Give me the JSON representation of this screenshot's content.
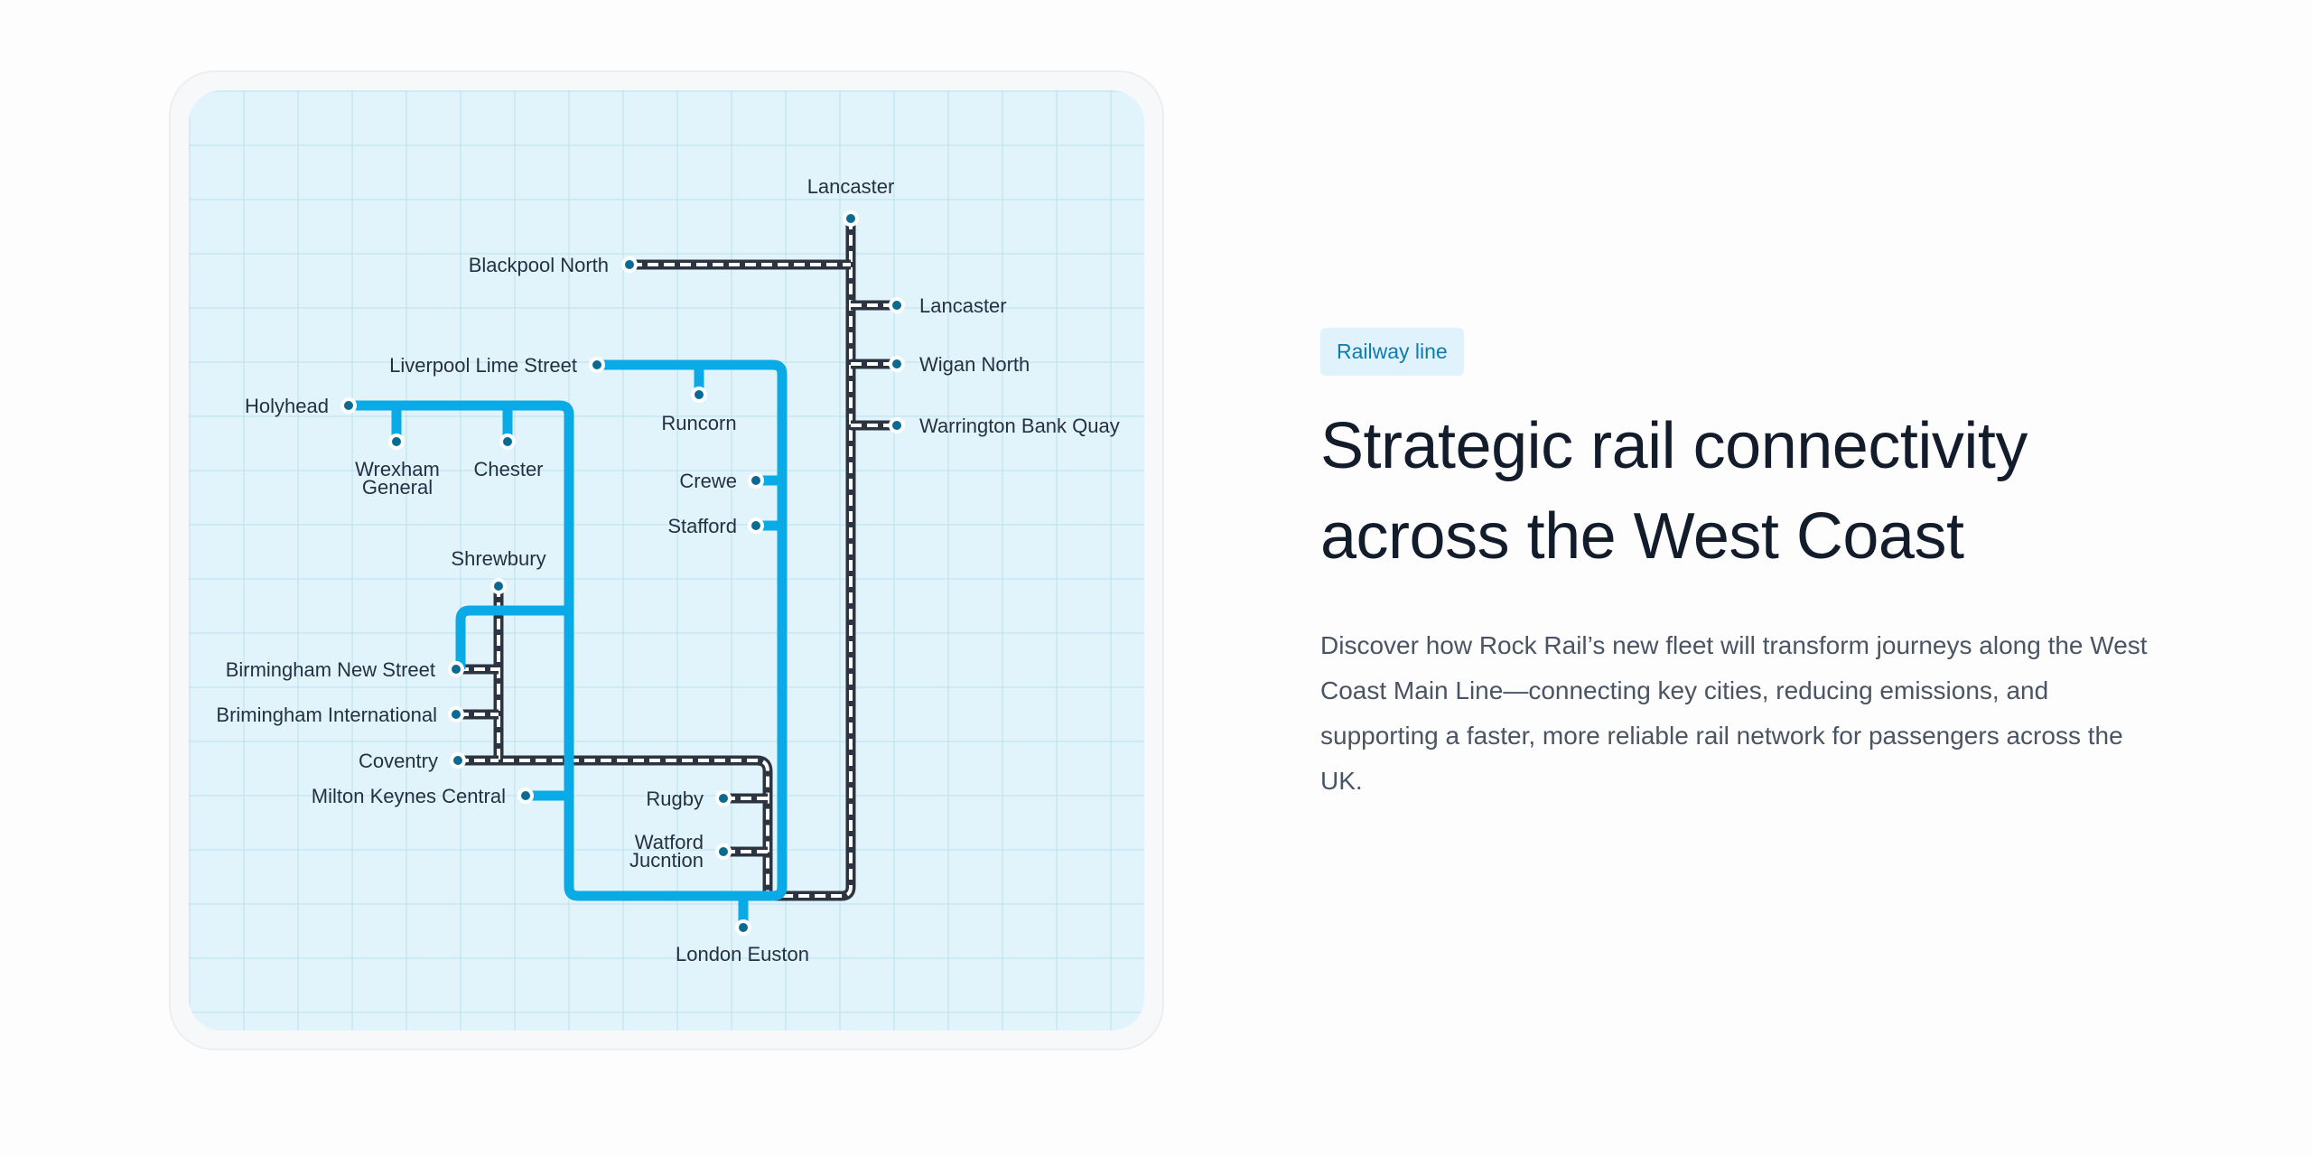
{
  "colors": {
    "avanti_line": "#0aaae6",
    "rail_track": "#2d3441",
    "station_dot": "#0a6a90",
    "map_background": "#e2f4fb",
    "badge_background": "#e0f2fb",
    "badge_text": "#0f7bb0",
    "title_text": "#131c2b",
    "body_text": "#4a5462"
  },
  "map": {
    "stations": {
      "lancaster_top": "Lancaster",
      "blackpool_north": "Blackpool North",
      "lancaster": "Lancaster",
      "wigan_north": "Wigan North",
      "warrington_bank_quay": "Warrington Bank Quay",
      "liverpool_lime_street": "Liverpool Lime Street",
      "holyhead": "Holyhead",
      "runcorn": "Runcorn",
      "wrexham_line1": "Wrexham",
      "wrexham_line2": "General",
      "chester": "Chester",
      "crewe": "Crewe",
      "stafford": "Stafford",
      "shrewbury": "Shrewbury",
      "birmingham_new_street": "Birmingham New Street",
      "brimingham_international": "Brimingham International",
      "coventry": "Coventry",
      "milton_keynes_central": "Milton Keynes Central",
      "rugby": "Rugby",
      "watford_line1": "Watford",
      "watford_line2": "Jucntion",
      "london_euston": "London Euston"
    }
  },
  "content": {
    "badge": "Railway line",
    "title_line1": "Strategic rail connectivity",
    "title_line2": "across the West Coast",
    "description": "Discover how Rock Rail’s new fleet will transform journeys along the West Coast Main Line—connecting key cities, reducing emissions, and supporting a faster, more reliable rail network for passengers across the UK."
  }
}
